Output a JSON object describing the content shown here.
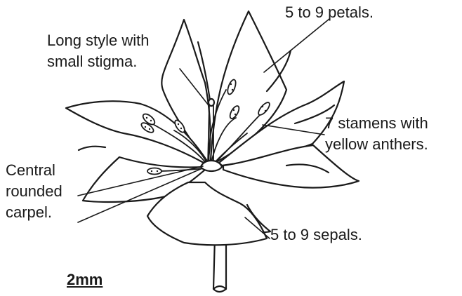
{
  "labels": {
    "petals": "5 to 9 petals.",
    "style_line1": "Long style with",
    "style_line2": "small stigma.",
    "stamens_line1": "7 stamens with",
    "stamens_line2": "yellow anthers.",
    "carpel_line1": "Central",
    "carpel_line2": "rounded",
    "carpel_line3": "carpel.",
    "sepals": "5 to 9 sepals.",
    "scale": "2mm"
  }
}
